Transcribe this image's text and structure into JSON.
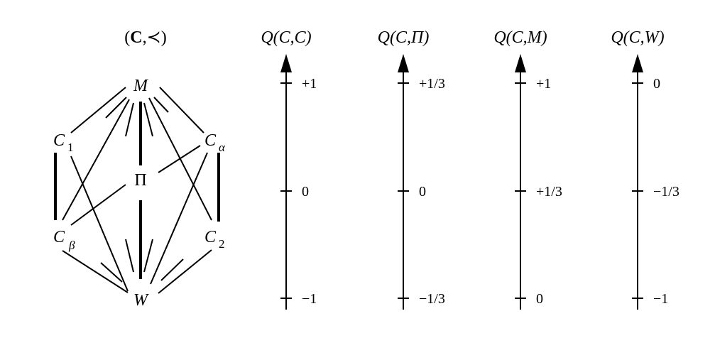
{
  "lattice": {
    "title": "(C,≺)",
    "title_bold": "C",
    "title_rel": "≺",
    "nodes": {
      "M": {
        "main": "M",
        "sub": ""
      },
      "C1": {
        "main": "C",
        "sub": "1"
      },
      "Calpha": {
        "main": "C",
        "sub": "α"
      },
      "Pi": {
        "main": "Π",
        "sub": ""
      },
      "Cbeta": {
        "main": "C",
        "sub": "β"
      },
      "C2": {
        "main": "C",
        "sub": "2"
      },
      "W": {
        "main": "W",
        "sub": ""
      }
    }
  },
  "axes": [
    {
      "title": "Q(C,C)",
      "ticks": [
        "+1",
        "0",
        "−1"
      ]
    },
    {
      "title": "Q(C,Π)",
      "ticks": [
        "+1/3",
        "0",
        "−1/3"
      ]
    },
    {
      "title": "Q(C,M)",
      "ticks": [
        "+1",
        "+1/3",
        "0"
      ]
    },
    {
      "title": "Q(C,W)",
      "ticks": [
        "0",
        "−1/3",
        "−1"
      ]
    }
  ]
}
